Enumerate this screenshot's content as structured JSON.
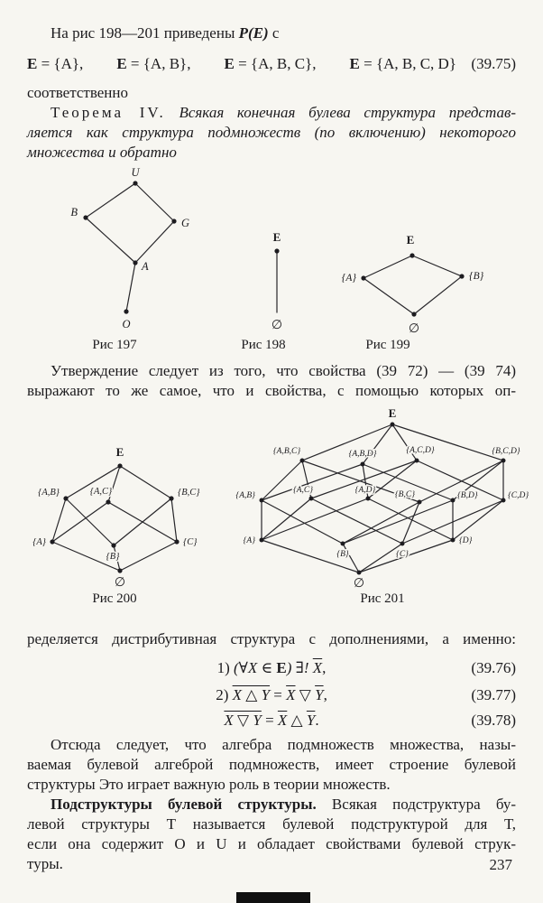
{
  "page": {
    "number": "237"
  },
  "para1": {
    "pre": "На рис 198—201 приведены ",
    "power": "P(E)",
    "post": " с"
  },
  "eq3975": {
    "e1": "E",
    "r1": " = {A},",
    "e2": "E",
    "r2": " = {A, B},",
    "e3": "E",
    "r3": " = {A, B, C},",
    "e4": "E",
    "r4": " = {A, B, C, D}",
    "tag": "(39.75)"
  },
  "para1b": "соответственно",
  "theorem": {
    "lead": "Теорема IV.",
    "line1rest": " Всякая конечная булева структура представ-",
    "line2": "ляется как структура подмножеств (по включению) некоторого",
    "line3": "множества и обратно"
  },
  "para2": {
    "line1": "Утверждение следует из того, что свойства (39 72) — (39 74)",
    "line2": "выражают то же самое, что и свойства, с помощью которых оп-"
  },
  "para3": "ределяется дистрибутивная структура с дополнениями, а именно:",
  "eq3976": {
    "num": "1) ",
    "s1": "(∀X ∈ ",
    "s2": "E",
    "s3": ") ∃! ",
    "s4": "X",
    "s5": ",",
    "tag": "(39.76)"
  },
  "eq3977": {
    "num": "2) ",
    "lhs": "X △ Y",
    "eq": " = ",
    "x": "X",
    "op": " ▽ ",
    "y": "Y",
    "end": ",",
    "tag": "(39.77)"
  },
  "eq3978": {
    "lhs": "X ▽ Y",
    "eq": " = ",
    "x": "X",
    "op": " △ ",
    "y": "Y",
    "end": ".",
    "tag": "(39.78)"
  },
  "para4": {
    "line1": "Отсюда следует, что алгебра подмножеств множества, назы-",
    "line2": "ваемая булевой алгеброй подмножеств, имеет строение булевой",
    "line3": "структуры Это играет важную роль в теории множеств."
  },
  "para5": {
    "lead": "Подструктуры булевой структуры.",
    "line1rest": " Всякая подструктура бу-",
    "line2": "левой структуры Т называется булевой подструктурой для Т,",
    "line3": "если она содержит О и U и обладает свойствами булевой струк-",
    "line4": "туры."
  },
  "figures": {
    "fig197": {
      "caption": "Рис 197",
      "labels": {
        "u": "U",
        "b": "B",
        "g": "G",
        "a": "A",
        "o": "O"
      }
    },
    "fig198": {
      "caption": "Рис 198",
      "labels": {
        "top": "E",
        "bottom": "∅"
      }
    },
    "fig199": {
      "caption": "Рис 199",
      "labels": {
        "top": "E",
        "left": "{A}",
        "right": "{B}",
        "bottom": "∅"
      }
    },
    "fig200": {
      "caption": "Рис 200",
      "labels": {
        "top": "E",
        "ab": "{A,B}",
        "ac": "{A,C}",
        "bc": "{B,C}",
        "a": "{A}",
        "b": "{B}",
        "c": "{C}",
        "bottom": "∅"
      }
    },
    "fig201": {
      "caption": "Рис 201",
      "labels": {
        "top": "E",
        "abc": "{A,B,C}",
        "abd": "{A,B,D}",
        "acd": "{A,C,D}",
        "bcd": "{B,C,D}",
        "ab": "{A,B}",
        "ac": "{A,C}",
        "ad": "{A,D}",
        "bc": "{B,C}",
        "bd": "{B,D}",
        "cd": "{C,D}",
        "a": "{A}",
        "b": "{B}",
        "c": "{C}",
        "d": "{D}",
        "bottom": "∅"
      }
    }
  }
}
